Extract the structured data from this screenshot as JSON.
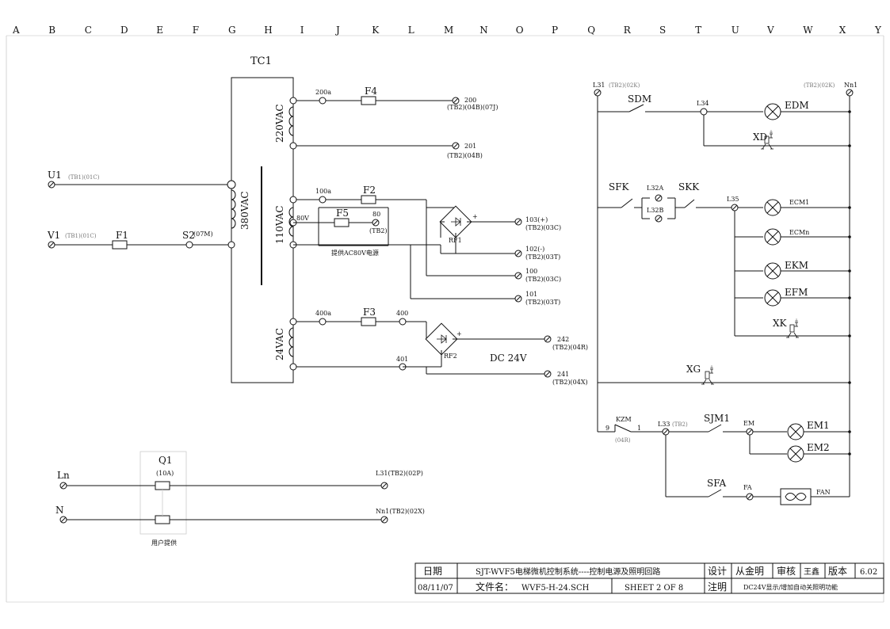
{
  "column_letters": [
    "A",
    "B",
    "C",
    "D",
    "E",
    "F",
    "G",
    "H",
    "I",
    "J",
    "K",
    "L",
    "M",
    "N",
    "O",
    "P",
    "Q",
    "R",
    "S",
    "T",
    "U",
    "V",
    "W",
    "X",
    "Y"
  ],
  "transformer": {
    "name": "TC1",
    "primary_voltage": "380VAC",
    "secondary_220": "220VAC",
    "secondary_110": "110VAC",
    "secondary_24": "24VAC",
    "tap_80v": "80V"
  },
  "inputs": {
    "u1": "U1",
    "u1_ref": "(TB1)(01C)",
    "v1": "V1",
    "v1_ref": "(TB1)(01C)",
    "f1": "F1",
    "s2": "S2",
    "s2_ref": "(07M)"
  },
  "circuits": {
    "n200a": "200a",
    "f4": "F4",
    "n200": "200",
    "n200_ref": "(TB2)(04B)(07J)",
    "n201": "201",
    "n201_ref": "(TB2)(04B)",
    "n100a": "100a",
    "f2": "F2",
    "f5": "F5",
    "n80": "80",
    "n80_ref": "(TB2)",
    "ac80_note": "提供AC80V电源",
    "rf1": "RF1",
    "plus1": "+",
    "n103": "103(+)",
    "n103_ref": "(TB2)(03C)",
    "n102": "102(-)",
    "n102_ref": "(TB2)(03T)",
    "n100": "100",
    "n100_ref": "(TB2)(03C)",
    "n101": "101",
    "n101_ref": "(TB2)(03T)",
    "n400a": "400a",
    "f3": "F3",
    "n400": "400",
    "n401": "401",
    "rf2": "RF2",
    "plus2": "+",
    "dc24": "DC 24V",
    "n242": "242",
    "n242_ref": "(TB2)(04R)",
    "n241": "241",
    "n241_ref": "(TB2)(04X)"
  },
  "power_in": {
    "q1": "Q1",
    "q1_rating": "(10A)",
    "ln": "Ln",
    "n": "N",
    "l31_out": "L31(TB2)(02P)",
    "nn1_out": "Nn1(TB2)(02X)",
    "user_note": "用户提供"
  },
  "lighting": {
    "l31": "L31",
    "l31_ref": "(TB2)(02K)",
    "nn1": "Nn1",
    "nn1_ref": "(TB2)(02K)",
    "sdm": "SDM",
    "l34": "L34",
    "edm": "EDM",
    "xd": "XD",
    "sfk": "SFK",
    "l32a": "L32A",
    "skk": "SKK",
    "l32b": "L32B",
    "l35": "L35",
    "ecm1": "ECM1",
    "ecmn": "ECMn",
    "ekm": "EKM",
    "efm": "EFM",
    "xk": "XK",
    "xg": "XG",
    "kzm": "KZM",
    "kzm_p9": "9",
    "kzm_p1": "1",
    "kzm_ref": "(04R)",
    "l33": "L33",
    "l33_ref": "(TB2)",
    "sjm1": "SJM1",
    "em": "EM",
    "em1": "EM1",
    "em2": "EM2",
    "sfa": "SFA",
    "fa": "FA",
    "fan": "FAN"
  },
  "title_block": {
    "date_label": "日期",
    "date": "08/11/07",
    "title": "SJT-WVF5电梯微机控制系统----控制电源及照明回路",
    "file_label": "文件名：",
    "file_name": "WVF5-H-24.SCH",
    "sheet": "SHEET 2 OF 8",
    "design_label": "设计",
    "designer": "从金明",
    "review_label": "审核",
    "reviewer": "王鑫",
    "version_label": "版本",
    "version": "6.02",
    "note_label": "注明",
    "note": "DC24V显示/增加自动关照明功能"
  }
}
